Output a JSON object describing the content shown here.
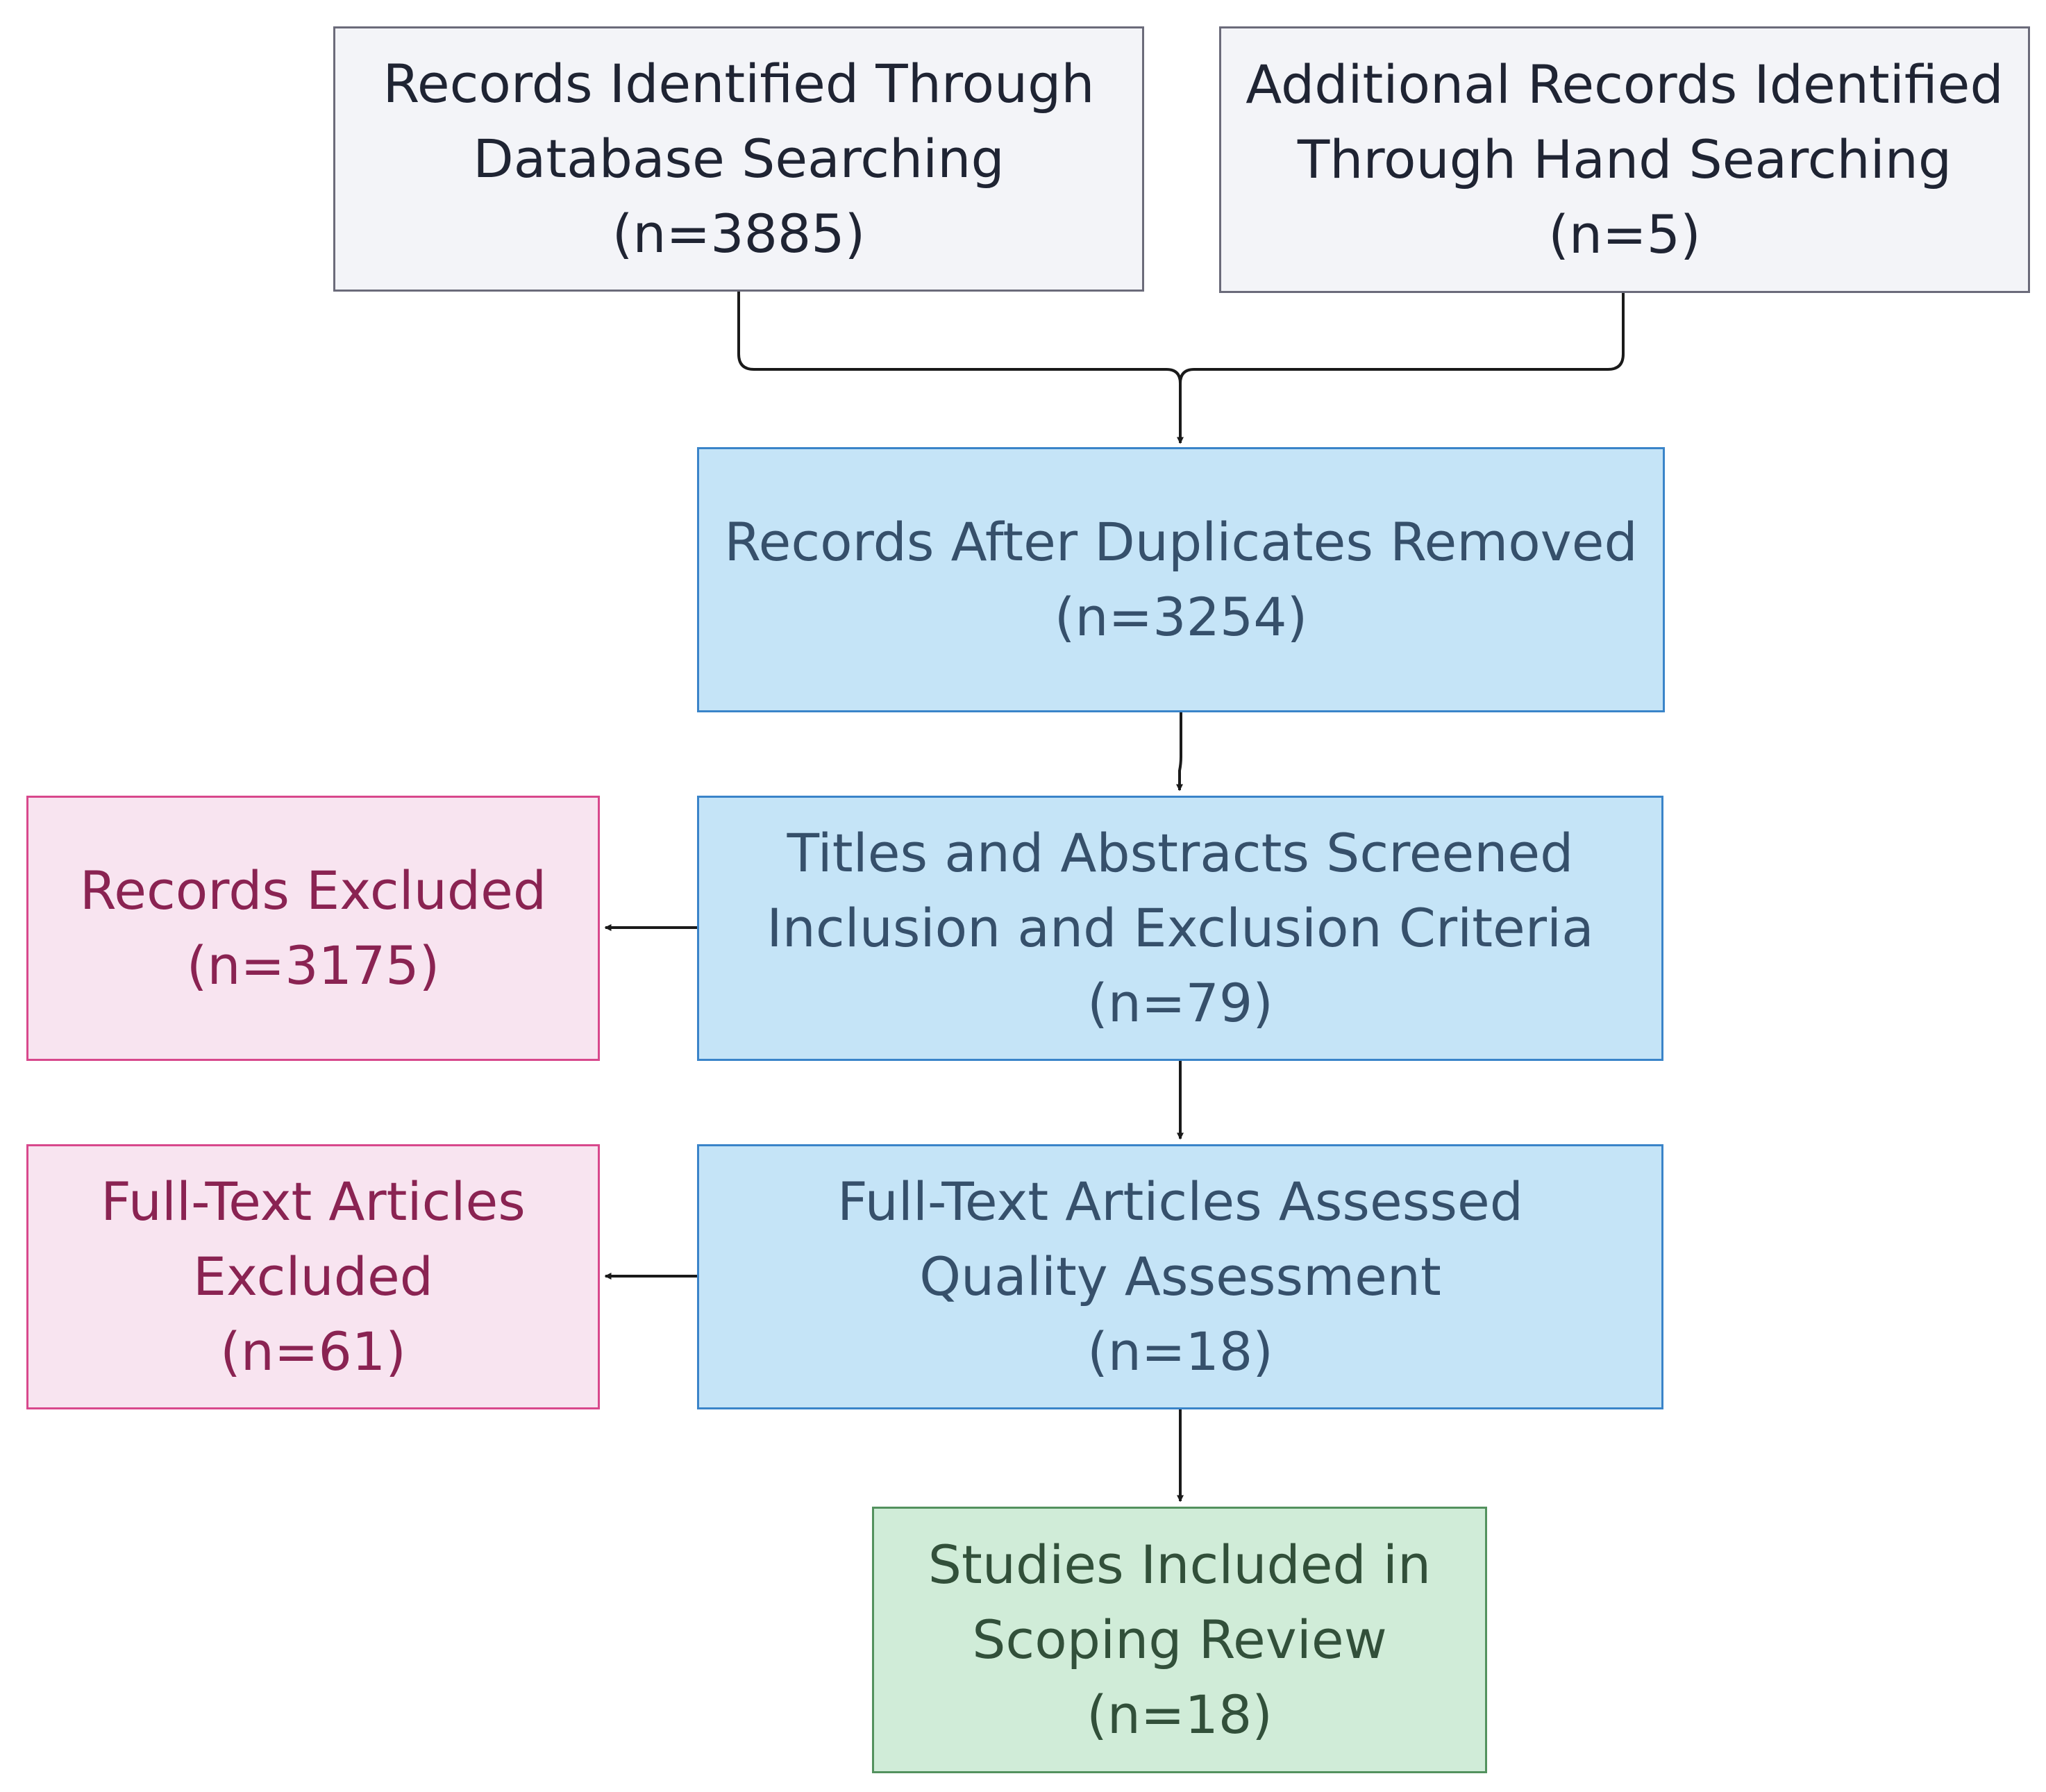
{
  "nodes": {
    "database_search": {
      "lines": [
        "Records Identified Through",
        "Database Searching",
        "(n=3885)"
      ]
    },
    "hand_search": {
      "lines": [
        "Additional Records Identified",
        "Through Hand Searching",
        "(n=5)"
      ]
    },
    "duplicates_removed": {
      "lines": [
        "Records After Duplicates Removed",
        "(n=3254)"
      ]
    },
    "screened": {
      "lines": [
        "Titles and Abstracts Screened",
        "Inclusion and Exclusion Criteria",
        "(n=79)"
      ]
    },
    "records_excluded": {
      "lines": [
        "Records Excluded",
        "(n=3175)"
      ]
    },
    "full_text_assessed": {
      "lines": [
        "Full-Text Articles Assessed",
        "Quality Assessment",
        "(n=18)"
      ]
    },
    "full_text_excluded": {
      "lines": [
        "Full-Text Articles",
        "Excluded",
        "(n=61)"
      ]
    },
    "included": {
      "lines": [
        "Studies Included in",
        "Scoping Review",
        "(n=18)"
      ]
    }
  },
  "colors": {
    "gray_fill": "#f3f4f8",
    "gray_border": "#6b6b7a",
    "blue_fill": "#c5e4f7",
    "blue_border": "#3a84c9",
    "pink_fill": "#f8e4f0",
    "pink_border": "#d8488c",
    "green_fill": "#d0ecd8",
    "green_border": "#53925e",
    "edge": "#1a1a1a"
  }
}
